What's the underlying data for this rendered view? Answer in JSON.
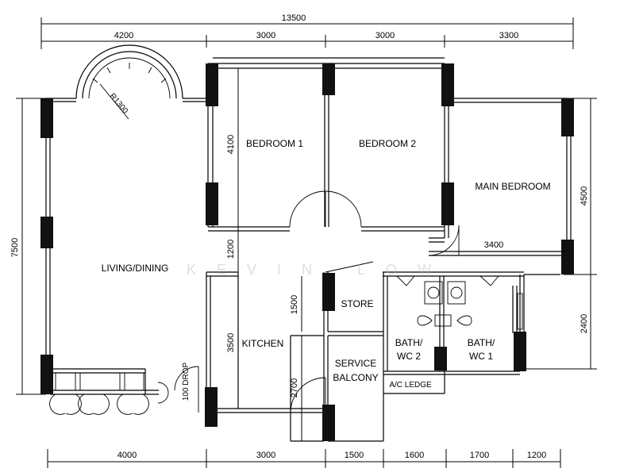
{
  "dimensions": {
    "top_total": "13500",
    "top_segments": [
      "4200",
      "3000",
      "3000",
      "3300"
    ],
    "bottom_segments": [
      "4000",
      "3000",
      "1500",
      "1600",
      "1700",
      "1200"
    ],
    "left_total": "7500",
    "right_upper": "4500",
    "right_lower": "2400",
    "bedroom_depth": "4100",
    "corridor_gap": "1200",
    "kitchen_depth": "3500",
    "store_depth": "1500",
    "balcony_depth": "2700",
    "main_bedroom_width": "3400",
    "bay_radius": "R1300",
    "drop_label": "100 DROP"
  },
  "rooms": {
    "bedroom1": "BEDROOM 1",
    "bedroom2": "BEDROOM 2",
    "main_bedroom": "MAIN BEDROOM",
    "living_dining": "LIVING/DINING",
    "kitchen": "KITCHEN",
    "store": "STORE",
    "service_line1": "SERVICE",
    "service_line2": "BALCONY",
    "bath2_line1": "BATH/",
    "bath2_line2": "WC 2",
    "bath1_line1": "BATH/",
    "bath1_line2": "WC 1",
    "ac_ledge": "A/C LEDGE"
  },
  "watermark": "KEVIN LOW"
}
